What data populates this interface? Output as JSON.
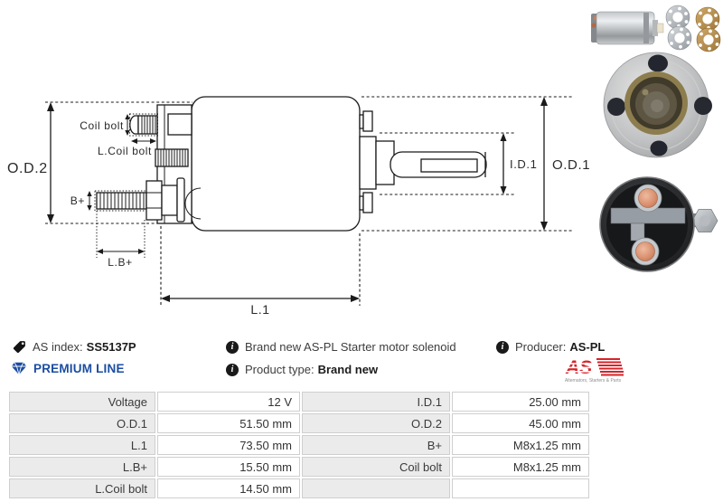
{
  "colors": {
    "premium-blue": "#1b4da1",
    "logo-red": "#d6232a",
    "table-label-bg": "#ebebeb",
    "table-border": "#cfcfcf",
    "diagram-line": "#1b1b1b"
  },
  "diagram": {
    "labels": {
      "od2": "O.D.2",
      "coil_bolt": "Coil bolt",
      "l_coil_bolt": "L.Coil bolt",
      "b_plus": "B+",
      "l_b_plus": "L.B+",
      "l1": "L.1",
      "id1": "I.D.1",
      "od1": "O.D.1"
    }
  },
  "info_bar": {
    "as_index": {
      "label": "AS index:",
      "value": "SS5137P"
    },
    "premium_line": "PREMIUM LINE",
    "description": "Brand new AS-PL Starter motor solenoid",
    "product_type": {
      "label": "Product type:",
      "value": "Brand new"
    },
    "producer": {
      "label": "Producer:",
      "value": "AS-PL"
    },
    "logo": {
      "text": "AS",
      "caption": "Alternators, Starters & Parts"
    }
  },
  "spec_table": {
    "rows": [
      {
        "l1": "Voltage",
        "v1": "12 V",
        "l2": "I.D.1",
        "v2": "25.00 mm"
      },
      {
        "l1": "O.D.1",
        "v1": "51.50 mm",
        "l2": "O.D.2",
        "v2": "45.00 mm"
      },
      {
        "l1": "L.1",
        "v1": "73.50 mm",
        "l2": "B+",
        "v2": "M8x1.25 mm"
      },
      {
        "l1": "L.B+",
        "v1": "15.50 mm",
        "l2": "Coil bolt",
        "v2": "M8x1.25 mm"
      },
      {
        "l1": "L.Coil bolt",
        "v1": "14.50 mm",
        "l2": "",
        "v2": ""
      }
    ]
  }
}
